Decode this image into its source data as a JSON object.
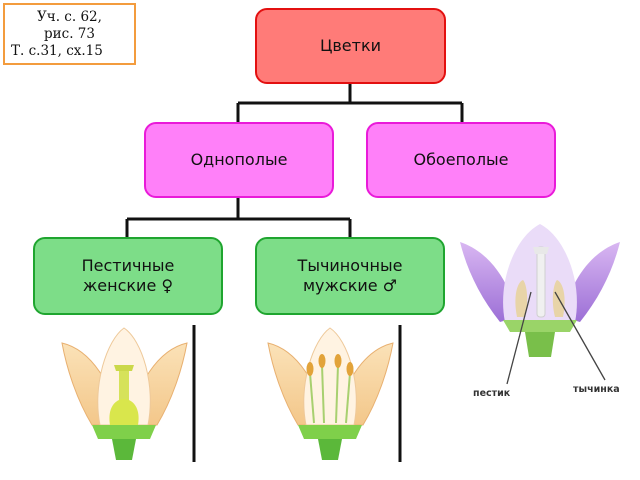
{
  "reference": {
    "line1": "Уч.  с. 62,",
    "line2": "рис. 73",
    "line3": "Т.    с.31,  сх.15"
  },
  "tree": {
    "root": "Цветки",
    "unisexual": "Однополые",
    "bisexual": "Обоеполые",
    "pistillate": "Пестичные\nженские ♀",
    "staminate": "Тычиночные\nмужские ♂"
  },
  "figure_labels": {
    "pistil": "пестик",
    "stamen": "тычинка"
  },
  "colors": {
    "root_fill": "#ff7b78",
    "root_border": "#e31010",
    "mid_fill": "#ff80f9",
    "mid_border": "#e91ad9",
    "leaf_fill": "#7ddd88",
    "leaf_border": "#1fa52f",
    "ref_border": "#f39c3e"
  },
  "icons": [
    "pistillate-flower-icon",
    "staminate-flower-icon",
    "bisexual-flower-icon"
  ]
}
